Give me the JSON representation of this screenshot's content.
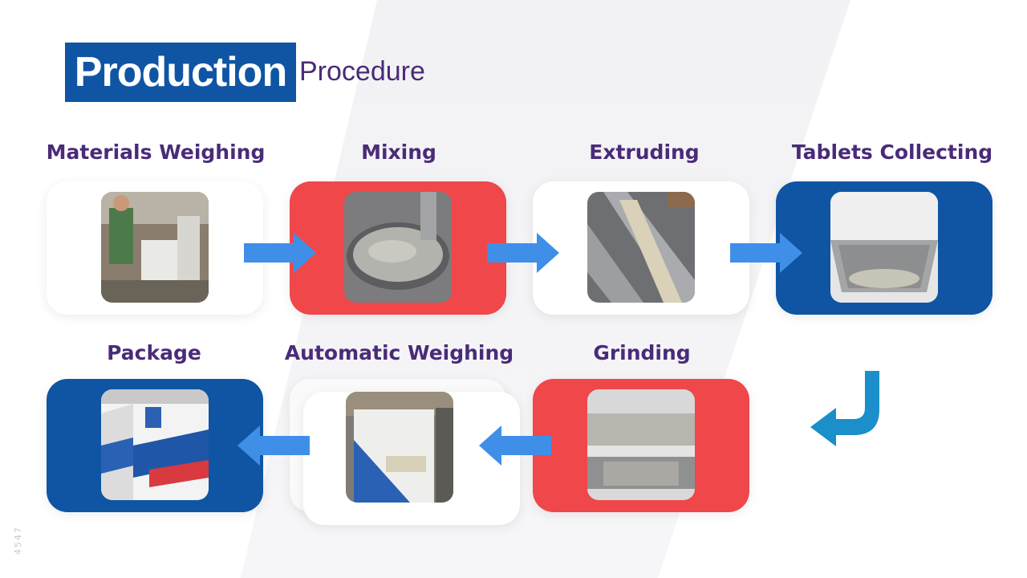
{
  "header": {
    "title_main": "Production",
    "title_sub": "Procedure"
  },
  "steps": [
    {
      "label": "Materials Weighing",
      "style": "white"
    },
    {
      "label": "Mixing",
      "style": "red"
    },
    {
      "label": "Extruding",
      "style": "white"
    },
    {
      "label": "Tablets Collecting",
      "style": "blue"
    },
    {
      "label": "Grinding",
      "style": "red"
    },
    {
      "label": "Automatic Weighing",
      "style": "white"
    },
    {
      "label": "Package",
      "style": "blue"
    }
  ],
  "footer": {
    "slide_number": "4547"
  },
  "colors": {
    "title_bg": "#0f55a4",
    "label_text": "#4a2b78",
    "card_red": "#f0474a",
    "card_blue": "#0f55a4",
    "arrow": "#3f8fe8",
    "turn_arrow": "#1a8fc9"
  }
}
